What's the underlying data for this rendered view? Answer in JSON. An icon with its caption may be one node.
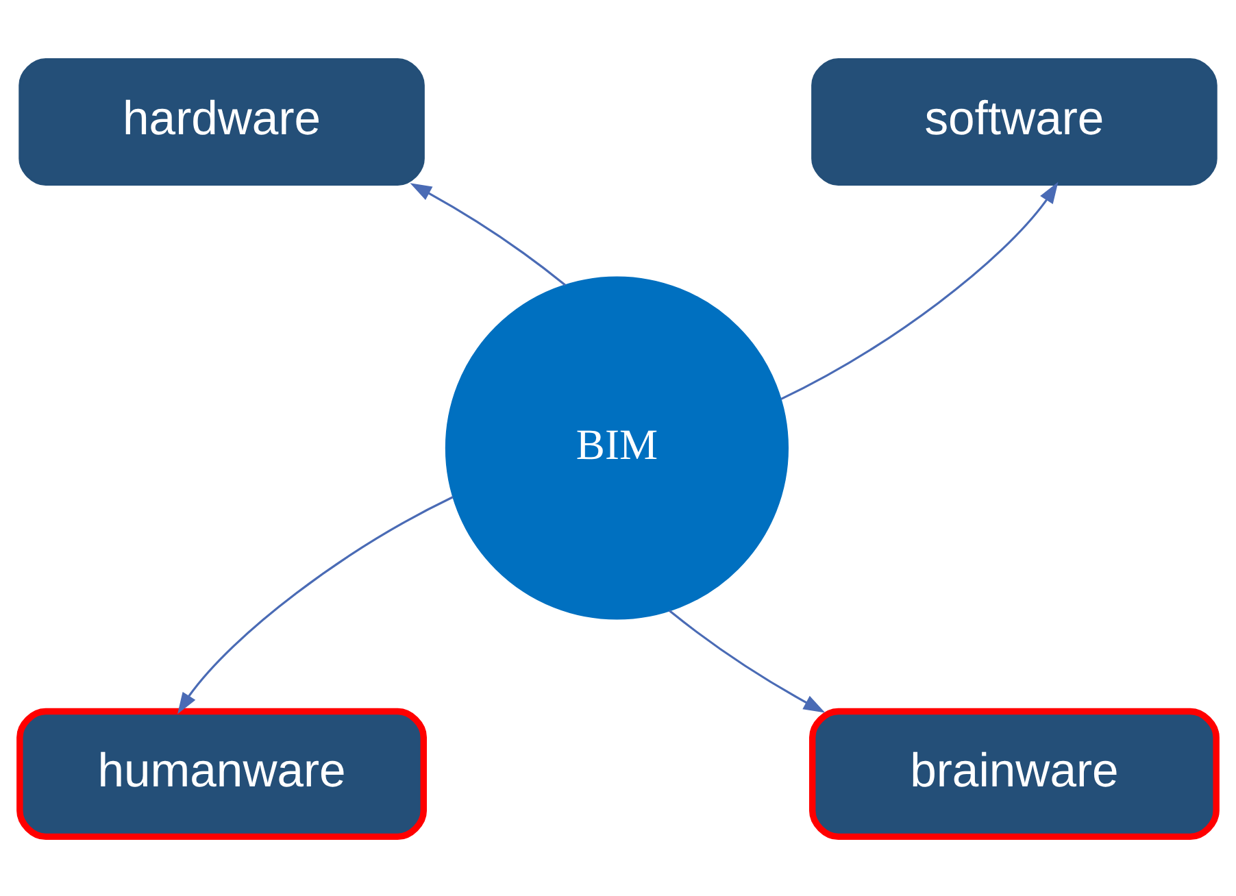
{
  "diagram": {
    "nodes": [
      {
        "text": [
          "hardware"
        ]
      },
      {
        "text": [
          "software"
        ]
      },
      {
        "text": [
          "BIM"
        ]
      },
      {
        "text": [
          "humanware"
        ]
      },
      {
        "text": [
          "brainware"
        ]
      }
    ],
    "edges": [
      {
        "from": 2,
        "to": 0,
        "arrow": "to"
      },
      {
        "from": 2,
        "to": 1,
        "arrow": "to"
      },
      {
        "from": 2,
        "to": 3,
        "arrow": "to"
      },
      {
        "from": 2,
        "to": 4,
        "arrow": "to"
      }
    ]
  }
}
